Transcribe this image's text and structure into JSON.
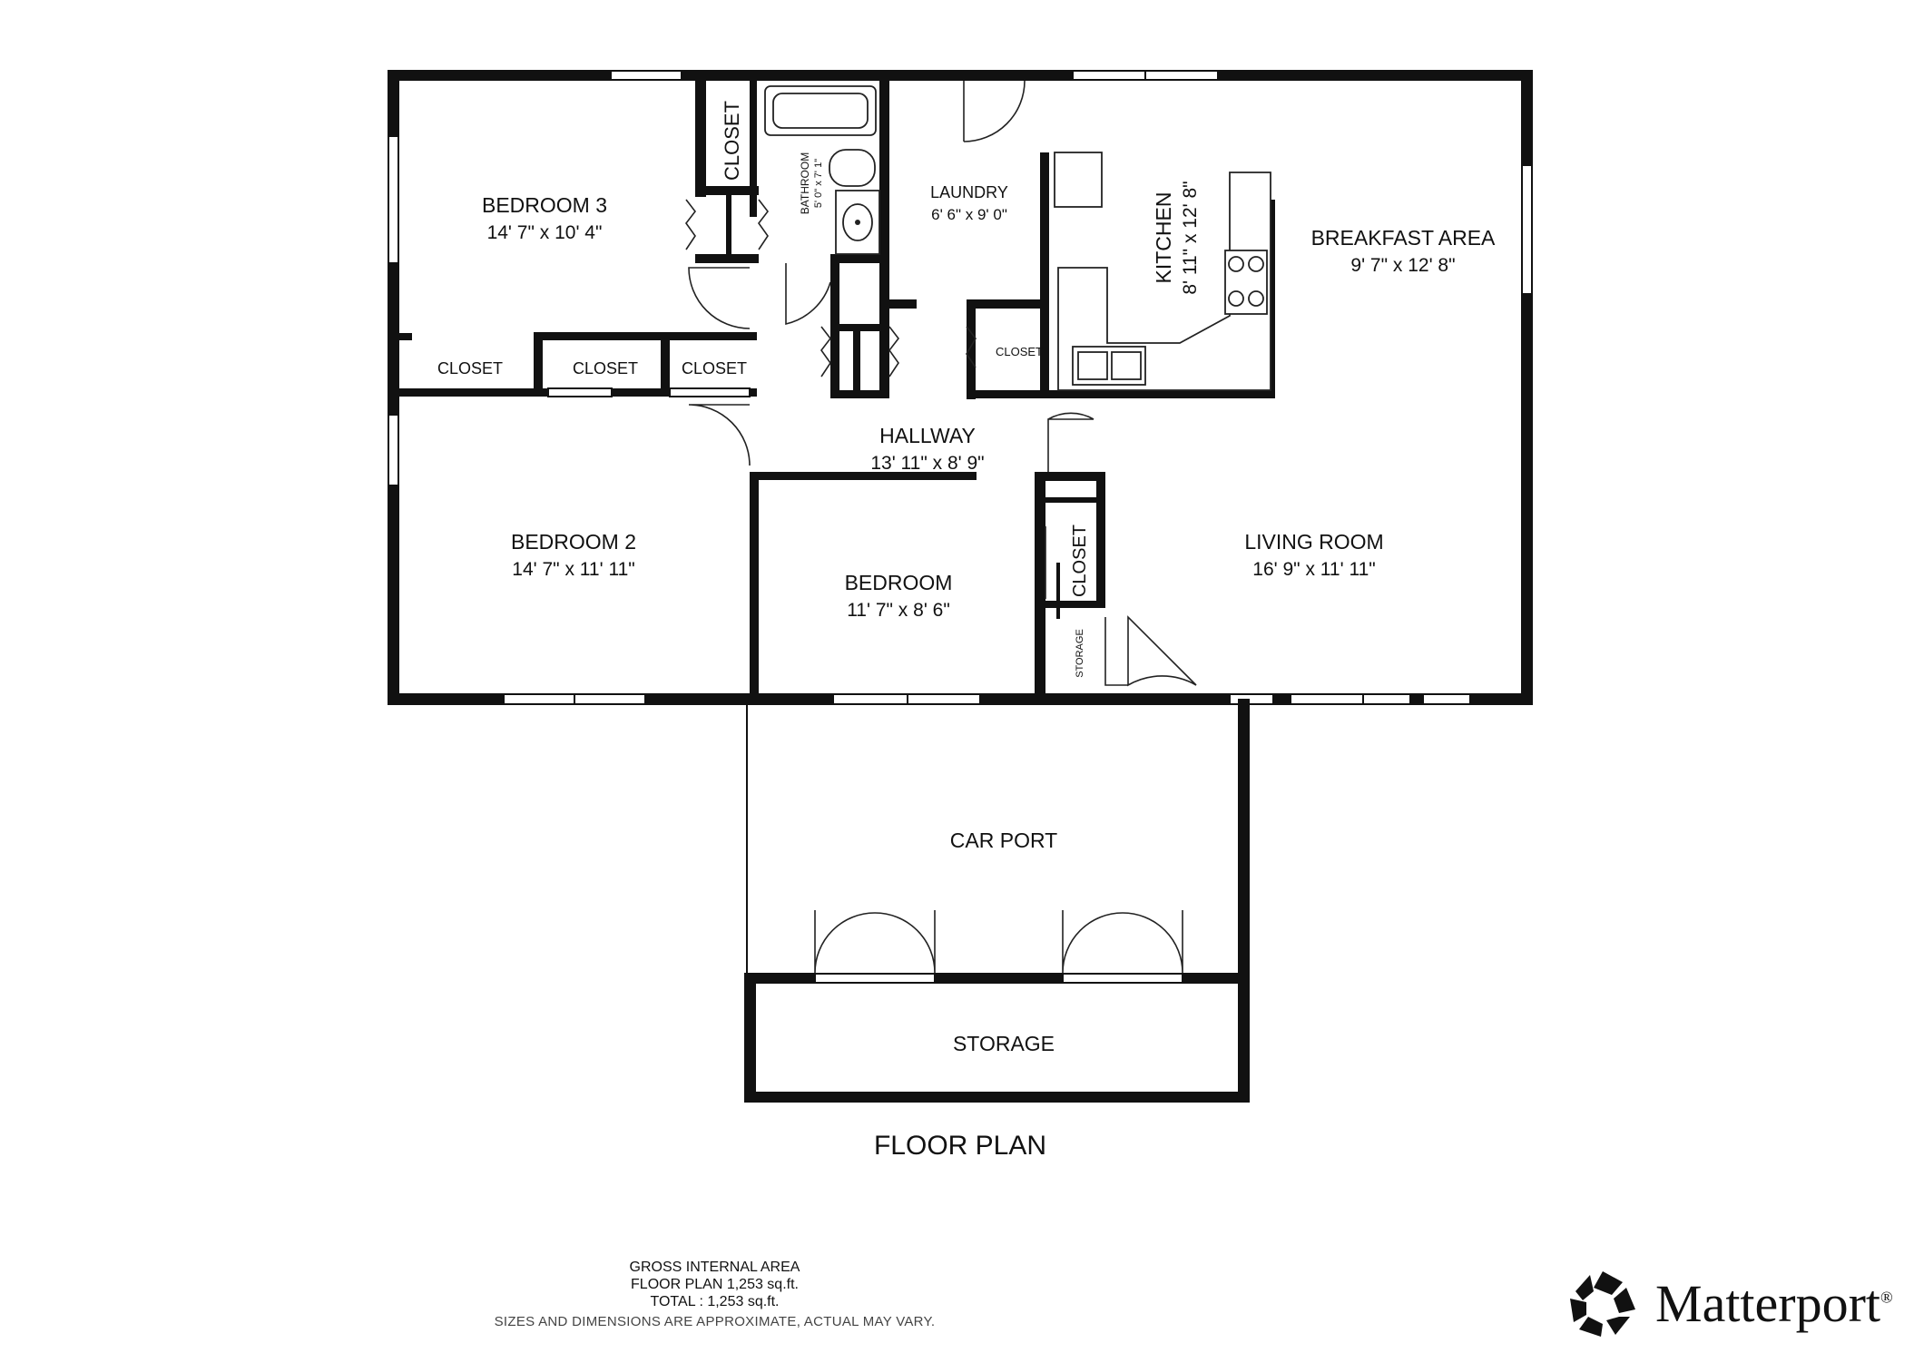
{
  "title": "FLOOR PLAN",
  "rooms": {
    "bedroom3": {
      "name": "BEDROOM 3",
      "dims": "14' 7\" x 10' 4\""
    },
    "bedroom2": {
      "name": "BEDROOM 2",
      "dims": "14' 7\" x 11' 11\""
    },
    "bedroom": {
      "name": "BEDROOM",
      "dims": "11' 7\" x 8' 6\""
    },
    "hallway": {
      "name": "HALLWAY",
      "dims": "13' 11\" x 8' 9\""
    },
    "laundry": {
      "name": "LAUNDRY",
      "dims": "6' 6\" x 9' 0\""
    },
    "bathroom": {
      "name": "BATHROOM",
      "dims": "5' 0\" x 7' 1\""
    },
    "kitchen": {
      "name": "KITCHEN",
      "dims": "8' 11\" x 12' 8\""
    },
    "breakfast": {
      "name": "BREAKFAST AREA",
      "dims": "9' 7\" x 12' 8\""
    },
    "living": {
      "name": "LIVING ROOM",
      "dims": "16' 9\" x 11' 11\""
    },
    "carport": {
      "name": "CAR PORT"
    },
    "storage": {
      "name": "STORAGE"
    },
    "storage_small": {
      "name": "STORAGE"
    },
    "closet_label": "CLOSET"
  },
  "footer": {
    "line1": "GROSS INTERNAL AREA",
    "line2": "FLOOR PLAN 1,253 sq.ft.",
    "line3": "TOTAL :  1,253 sq.ft.",
    "line4": "SIZES AND DIMENSIONS ARE APPROXIMATE, ACTUAL MAY VARY."
  },
  "brand": {
    "name": "Matterport",
    "mark": "®",
    "logo_icon": "matterport-logo-icon"
  }
}
